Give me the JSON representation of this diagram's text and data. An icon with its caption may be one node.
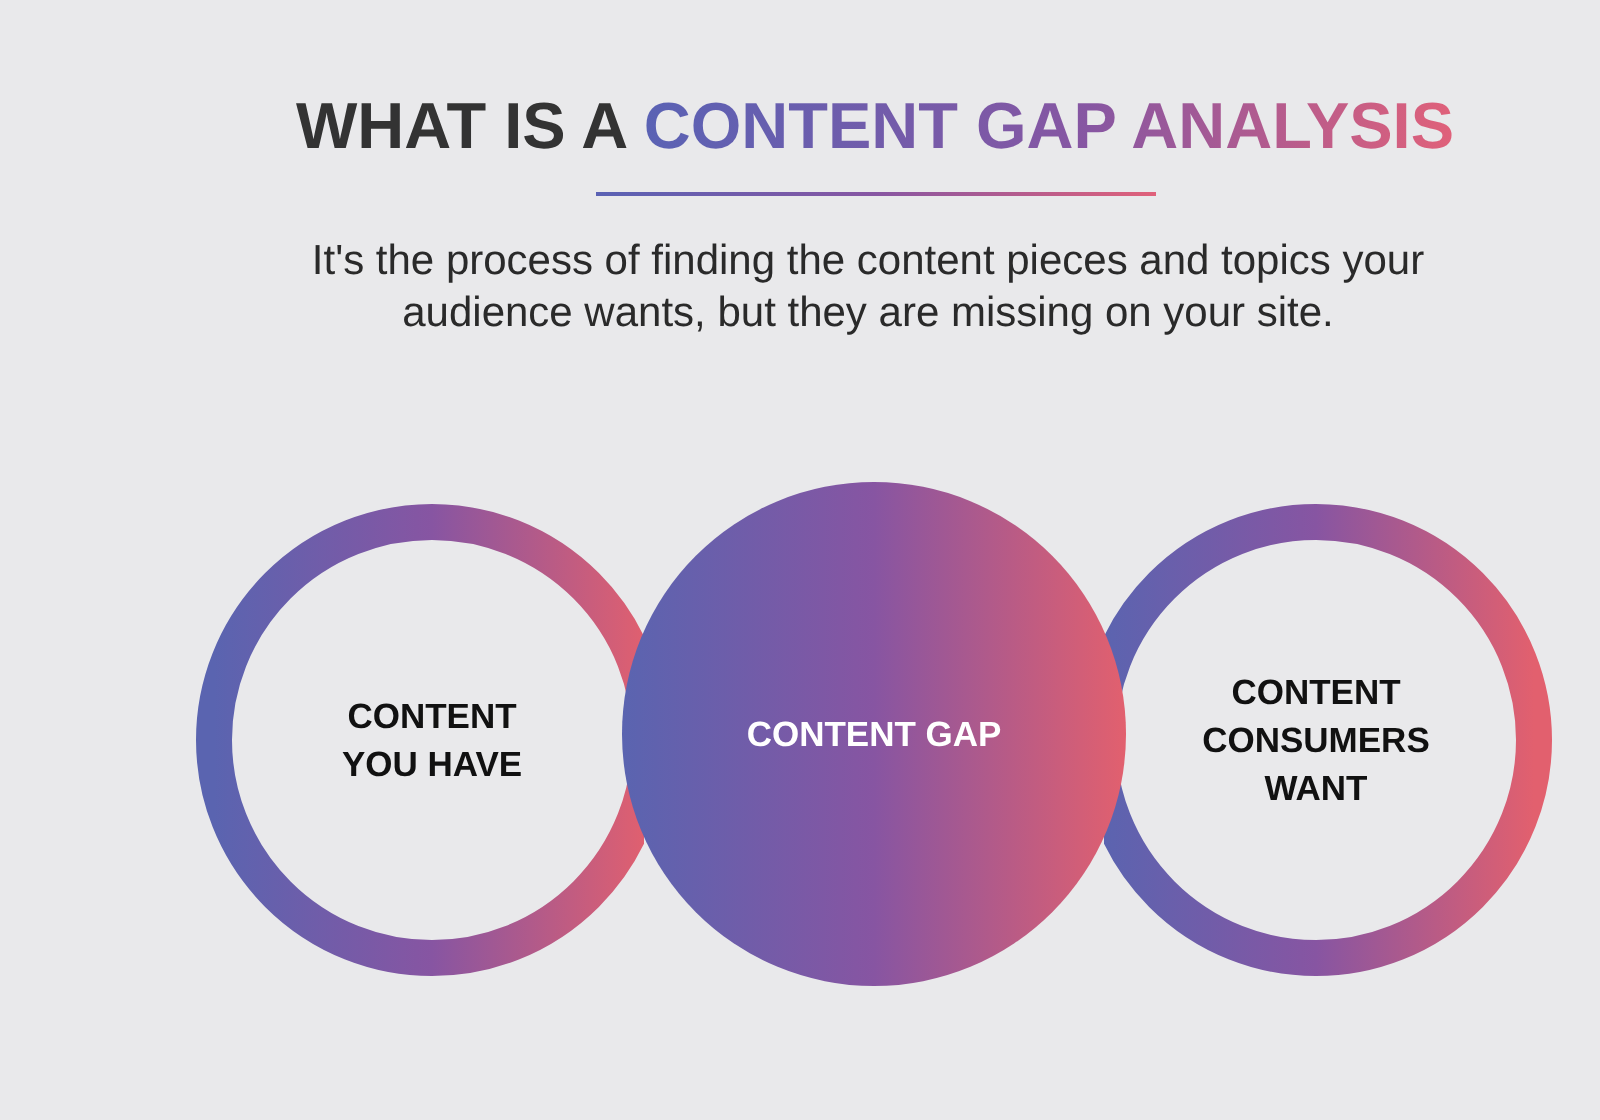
{
  "diagram": {
    "title": "WHAT IS A CONTENT GAP ANALYSIS",
    "nodes": [
      {
        "text": [
          "CONTENT YOU HAVE"
        ]
      },
      {
        "text": [
          "CONTENT GAP"
        ]
      },
      {
        "text": [
          "CONTENT CONSUMERS WANT"
        ]
      }
    ],
    "edges": [],
    "labels": [
      "It's the process of finding the content pieces and topics your audience wants, but they are missing on your site."
    ]
  }
}
